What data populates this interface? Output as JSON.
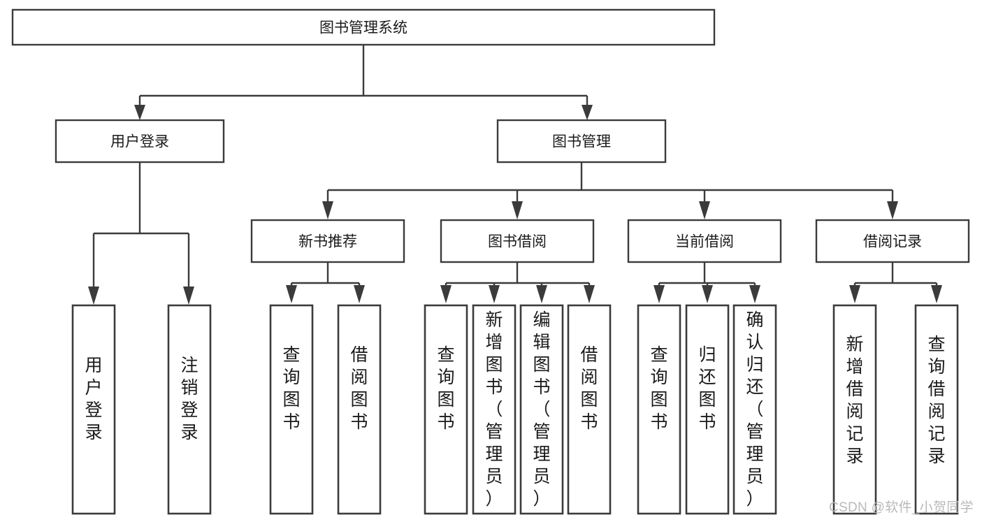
{
  "diagram": {
    "title": "图书管理系统",
    "type": "tree",
    "orientation": "top-down",
    "colors": {
      "background": "#ffffff",
      "box_stroke": "#3b3b3b",
      "box_fill": "#ffffff",
      "text": "#1a1a1a",
      "watermark": "#b9b9b9"
    },
    "root": {
      "label": "图书管理系统"
    },
    "level2": [
      {
        "label": "用户登录"
      },
      {
        "label": "图书管理"
      }
    ],
    "level3": [
      {
        "label": "新书推荐"
      },
      {
        "label": "图书借阅"
      },
      {
        "label": "当前借阅"
      },
      {
        "label": "借阅记录"
      }
    ],
    "leaves": {
      "user_login": [
        {
          "label": "用户登录"
        },
        {
          "label": "注销登录"
        }
      ],
      "new_book_recommend": [
        {
          "label": "查询图书"
        },
        {
          "label": "借阅图书"
        }
      ],
      "book_borrow": [
        {
          "label": "查询图书"
        },
        {
          "label": "新增图书（管理员）"
        },
        {
          "label": "编辑图书（管理员）"
        },
        {
          "label": "借阅图书"
        }
      ],
      "current_borrow": [
        {
          "label": "查询图书"
        },
        {
          "label": "归还图书"
        },
        {
          "label": "确认归还（管理员）"
        }
      ],
      "borrow_record": [
        {
          "label": "新增借阅记录"
        },
        {
          "label": "查询借阅记录"
        }
      ]
    }
  },
  "watermark": {
    "text": "CSDN @软件_小贺同学"
  }
}
